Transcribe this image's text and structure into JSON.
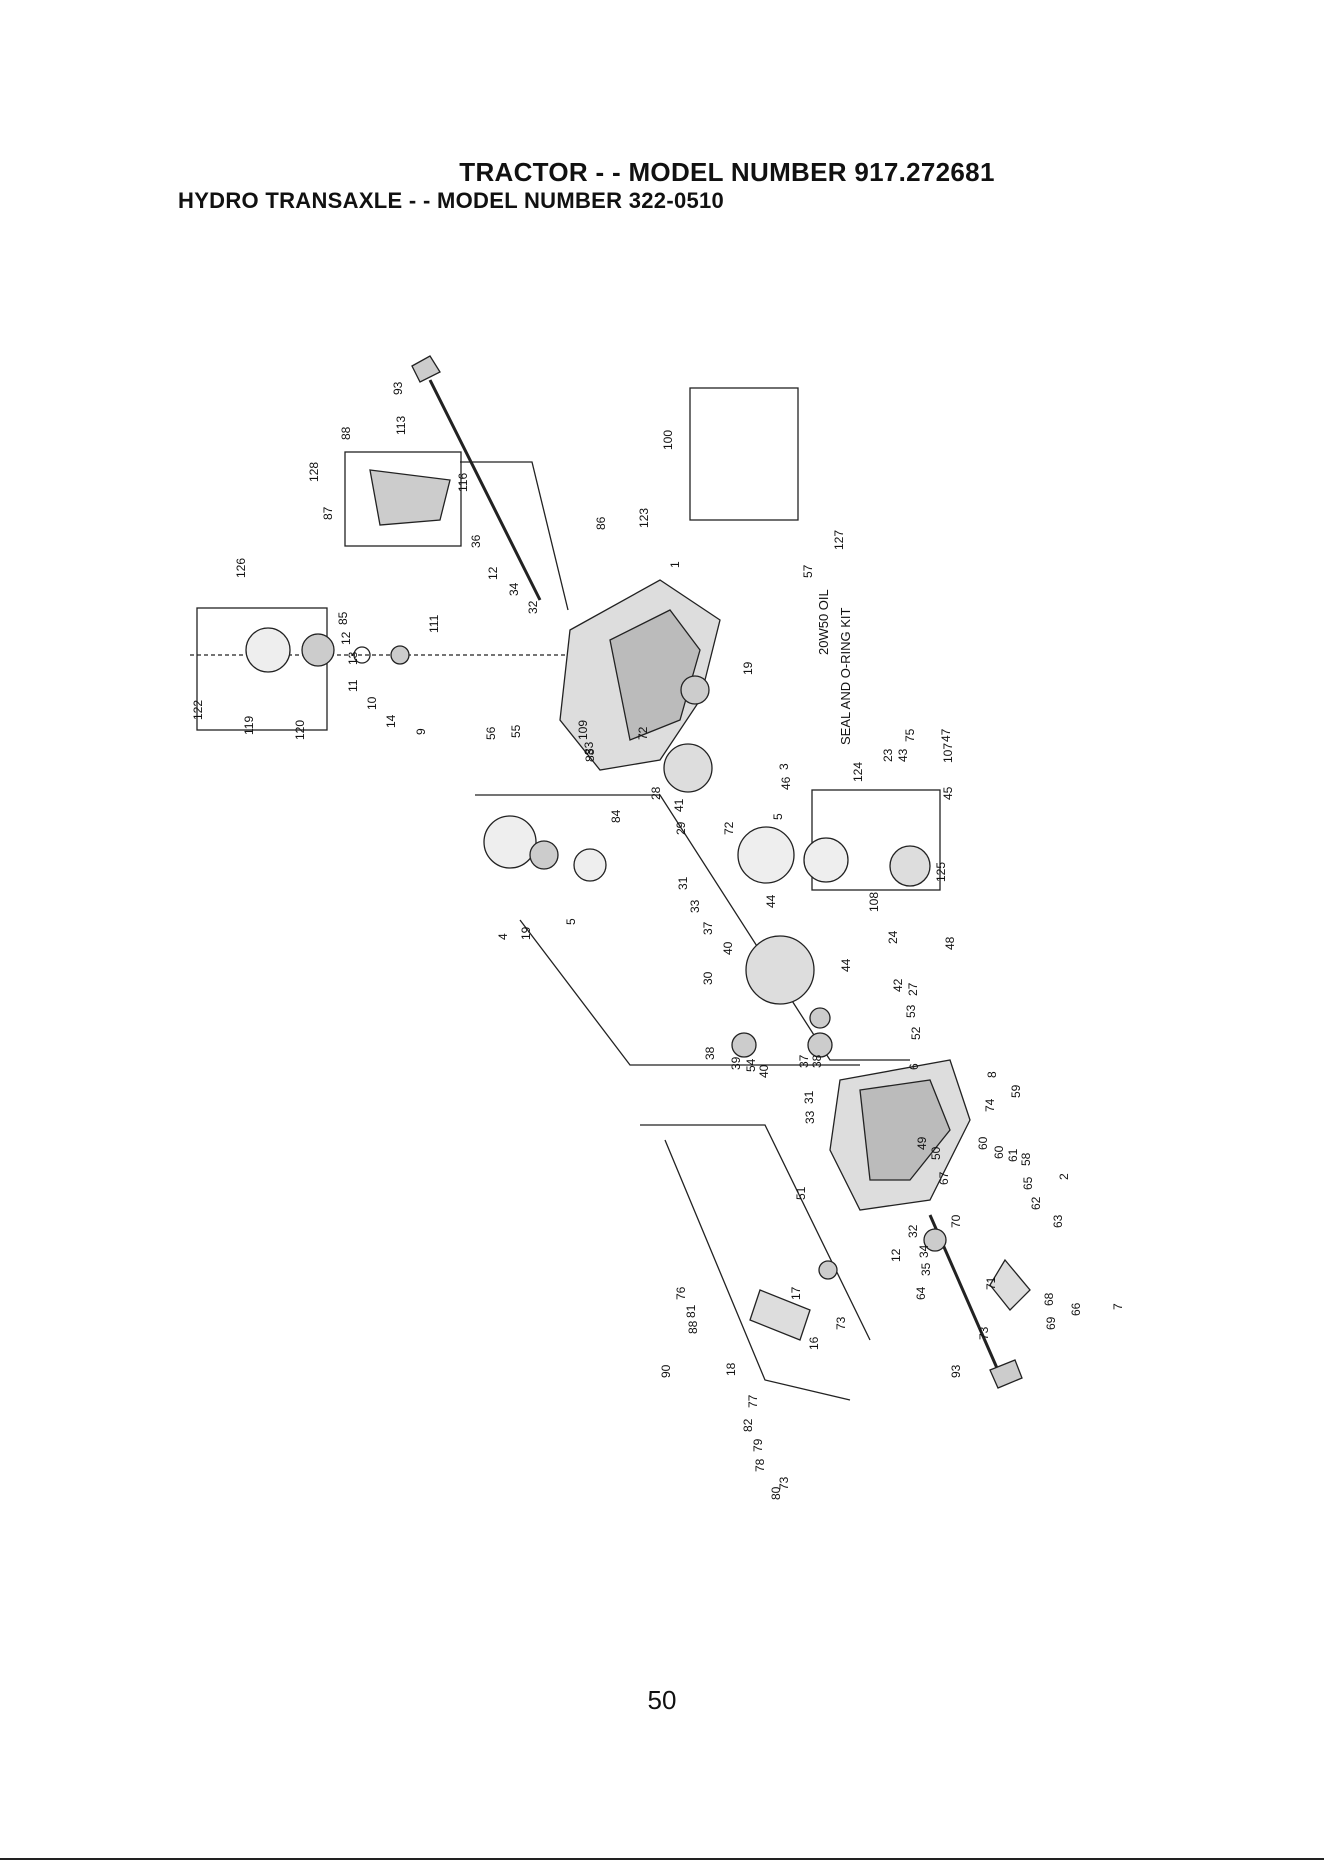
{
  "header": {
    "title": "TRACTOR - - MODEL NUMBER  917.272681",
    "subtitle": "HYDRO TRANSAXLE - - MODEL NUMBER 322-0510"
  },
  "callouts": {
    "oil": "20W50 OIL",
    "kit": "SEAL AND O-RING KIT"
  },
  "part_labels": [
    "93",
    "88",
    "113",
    "128",
    "87",
    "116",
    "100",
    "36",
    "86",
    "123",
    "126",
    "12",
    "34",
    "32",
    "1",
    "122",
    "119",
    "120",
    "85",
    "12",
    "13",
    "11",
    "10",
    "14",
    "9",
    "56",
    "55",
    "111",
    "109",
    "83",
    "19",
    "57",
    "127",
    "84",
    "72",
    "28",
    "41",
    "29",
    "72",
    "83",
    "3",
    "46",
    "5",
    "124",
    "23",
    "43",
    "75",
    "47",
    "107",
    "45",
    "125",
    "4",
    "19",
    "5",
    "31",
    "33",
    "37",
    "40",
    "44",
    "108",
    "30",
    "24",
    "44",
    "48",
    "42",
    "27",
    "53",
    "52",
    "6",
    "38",
    "39",
    "54",
    "40",
    "37",
    "38",
    "31",
    "33",
    "8",
    "74",
    "59",
    "60",
    "60",
    "61",
    "58",
    "2",
    "51",
    "49",
    "50",
    "67",
    "65",
    "62",
    "63",
    "70",
    "32",
    "34",
    "12",
    "35",
    "64",
    "71",
    "68",
    "66",
    "69",
    "73",
    "7",
    "76",
    "81",
    "88",
    "17",
    "90",
    "18",
    "73",
    "16",
    "77",
    "82",
    "79",
    "78",
    "73",
    "80",
    "93"
  ],
  "footer": {
    "page_number": "50"
  }
}
